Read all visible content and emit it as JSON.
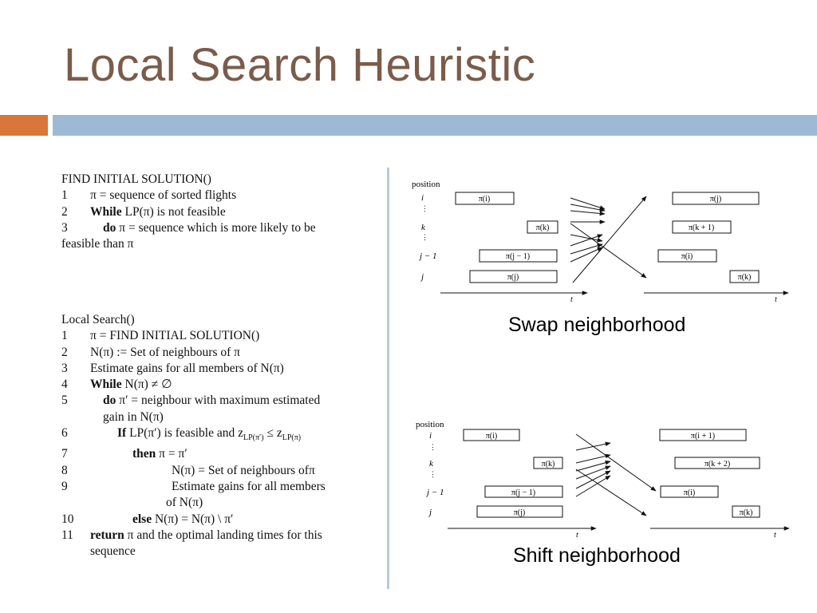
{
  "slide": {
    "title": "Local Search Heuristic"
  },
  "algo_initial": {
    "header": "FIND INITIAL SOLUTION()",
    "lines": [
      {
        "num": "1",
        "kw": "",
        "text": "π = sequence of sorted flights"
      },
      {
        "num": "2",
        "kw": "While",
        "text": "LP(π) is not feasible"
      },
      {
        "num": "3",
        "kw": "do",
        "text": "π = sequence which is more likely to be"
      },
      {
        "num": "",
        "kw": "",
        "text": "feasible than π"
      }
    ]
  },
  "algo_local": {
    "header": "Local Search()",
    "lines": [
      {
        "num": "1",
        "kw": "",
        "text": "π = FIND INITIAL SOLUTION()"
      },
      {
        "num": "2",
        "kw": "",
        "text": "N(π) := Set of neighbours of π"
      },
      {
        "num": "3",
        "kw": "",
        "text": "Estimate gains for all members of N(π)"
      },
      {
        "num": "4",
        "kw": "While",
        "text": "N(π) ≠ ∅"
      },
      {
        "num": "5",
        "kw": "do",
        "text": "π′ = neighbour with maximum estimated"
      },
      {
        "num": "",
        "kw": "",
        "text": "gain in N(π)"
      },
      {
        "num": "6",
        "kw": "If",
        "text": "LP(π′) is feasible and z",
        "sub1": "LP(π′)",
        "mid": " ≤ z",
        "sub2": "LP(π)"
      },
      {
        "num": "7",
        "kw": "then",
        "text": "π = π′"
      },
      {
        "num": "8",
        "kw": "",
        "text": "N(π) = Set of neighbours ofπ"
      },
      {
        "num": "9",
        "kw": "",
        "text": "Estimate gains for all members"
      },
      {
        "num": "",
        "kw": "",
        "text": "of N(π)"
      },
      {
        "num": "10",
        "kw": "else",
        "text": "N(π) = N(π) \\ π′"
      },
      {
        "num": "11",
        "kw": "return",
        "text": "π and the optimal landing times for this"
      },
      {
        "num": "",
        "kw": "",
        "text": "sequence"
      }
    ]
  },
  "swap": {
    "caption": "Swap neighborhood",
    "position_label": "position",
    "rows": [
      "i",
      "k",
      "j − 1",
      "j"
    ],
    "left_boxes": [
      "π(i)",
      "π(k)",
      "π(j − 1)",
      "π(j)"
    ],
    "right_boxes": [
      "π(j)",
      "π(k + 1)",
      "π(i)",
      "π(k)"
    ],
    "axis_label": "t"
  },
  "shift": {
    "caption": "Shift neighborhood",
    "position_label": "position",
    "rows": [
      "i",
      "k",
      "j − 1",
      "j"
    ],
    "left_boxes": [
      "π(i)",
      "π(k)",
      "π(j − 1)",
      "π(j)"
    ],
    "right_boxes": [
      "π(i + 1)",
      "π(k + 2)",
      "π(i)",
      "π(k)"
    ],
    "axis_label": "t"
  },
  "colors": {
    "title": "#7a5c4b",
    "accent_orange": "#d9773b",
    "accent_blue": "#9cbad6",
    "divider": "#b9c9dc"
  }
}
